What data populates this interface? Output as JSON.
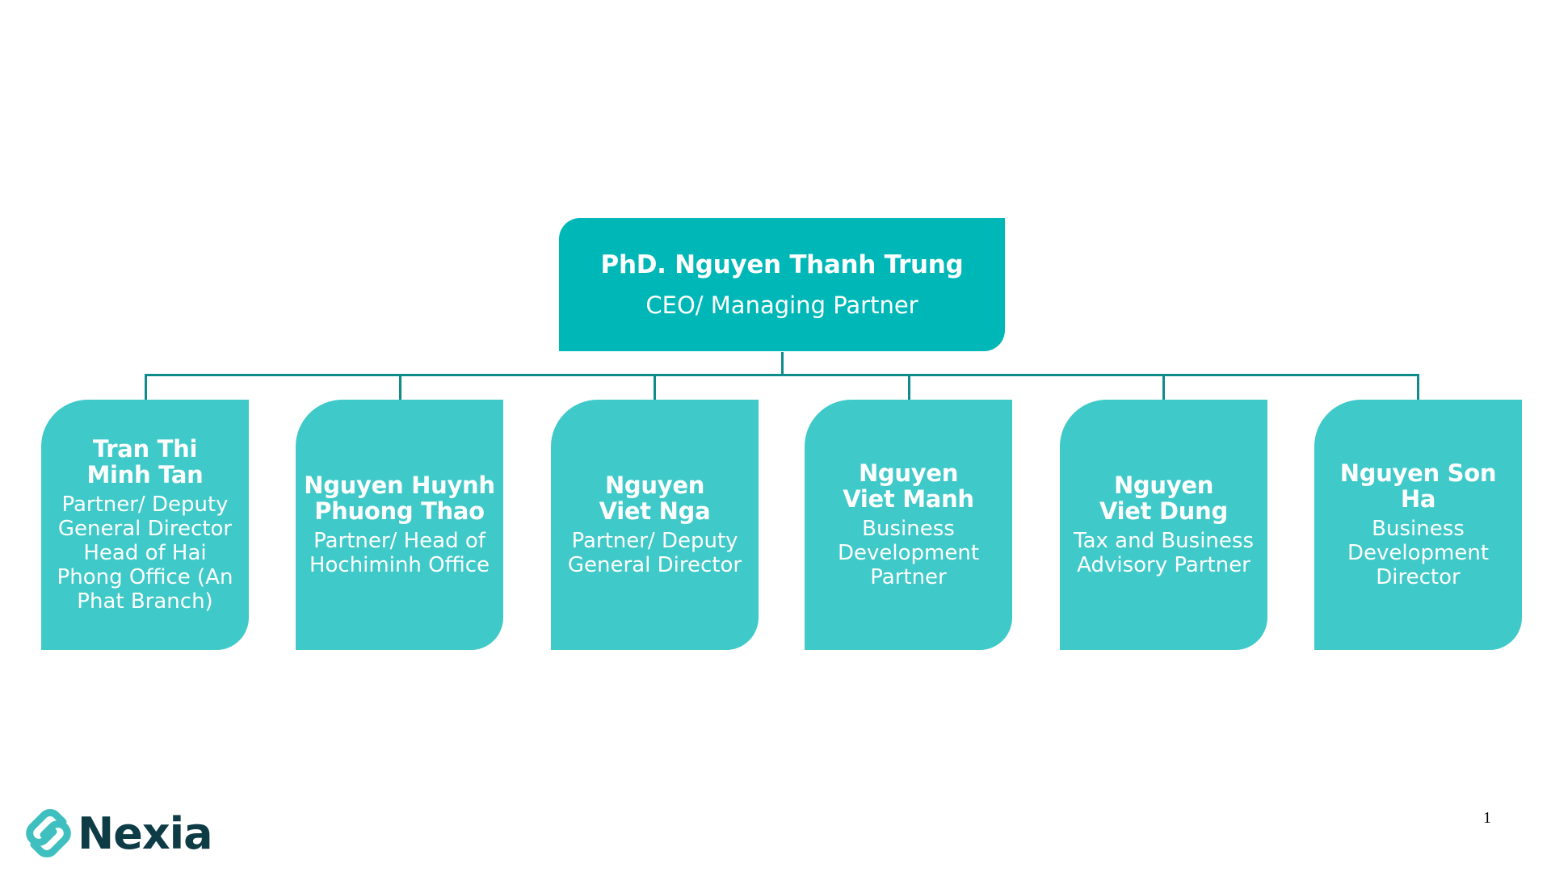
{
  "ceo": {
    "name": "PhD. Nguyen Thanh Trung",
    "role": "CEO/ Managing Partner"
  },
  "members": [
    {
      "name": "Tran Thi Minh Tan",
      "role": "Partner/ Deputy General Director Head of Hai Phong Office (An Phat Branch)"
    },
    {
      "name": "Nguyen Huynh Phuong Thao",
      "role": "Partner/ Head of Hochiminh Office"
    },
    {
      "name": "Nguyen Viet Nga",
      "role": "Partner/ Deputy General Director"
    },
    {
      "name": "Nguyen Viet Manh",
      "role": "Business Development Partner"
    },
    {
      "name": "Nguyen Viet Dung",
      "role": "Tax and Business Advisory Partner"
    },
    {
      "name": "Nguyen Son Ha",
      "role": "Business Development Director"
    }
  ],
  "footer": {
    "brand": "Nexia",
    "page_number": "1"
  },
  "colors": {
    "ceo_box": "#00B7B8",
    "member_box": "#40C9C9",
    "connector": "#0E8C8C",
    "brand_text": "#0D3B46"
  }
}
